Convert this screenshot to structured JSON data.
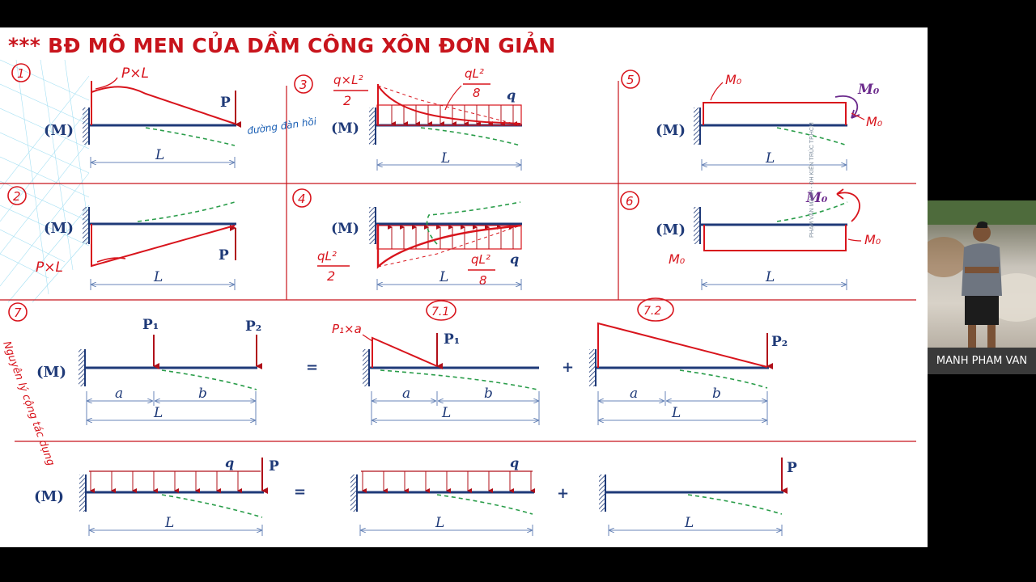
{
  "slide": {
    "title": "*** BĐ MÔ MEN CỦA DẦM CÔNG XÔN ĐƠN GIẢN",
    "watermark": "PHẠM VĂN MẠNH - ĐH KIẾN TRÚC TP.HCM",
    "moment_label": "(M)",
    "equals_sign": "=",
    "plus_sign": "+",
    "cases": [
      {
        "number": "1",
        "load_label": "P",
        "moment_value": "P×L",
        "span": "L",
        "note": "đường đàn hồi"
      },
      {
        "number": "2",
        "load_label": "P",
        "moment_value": "P×L",
        "span": "L"
      },
      {
        "number": "3",
        "load_label": "q",
        "moment_value_top": "q×L²",
        "moment_value_bottom": "2",
        "mid_value_top": "qL²",
        "mid_value_bottom": "8",
        "span": "L"
      },
      {
        "number": "4",
        "load_label": "q",
        "moment_value_top": "qL²",
        "moment_value_bottom": "2",
        "mid_value_top": "qL²",
        "mid_value_bottom": "8",
        "span": "L"
      },
      {
        "number": "5",
        "load_label": "M₀",
        "moment_value": "M₀",
        "end_value": "M₀",
        "span": "L"
      },
      {
        "number": "6",
        "load_label": "M₀",
        "moment_value": "M₀",
        "end_value": "M₀",
        "span": "L"
      },
      {
        "number": "7",
        "note": "Nguyên lý cộng tác dụng",
        "p1": "P₁",
        "p2": "P₂",
        "a": "a",
        "b": "b",
        "span": "L"
      },
      {
        "number": "7.1",
        "p1": "P₁",
        "moment_value": "P₁×a",
        "a": "a",
        "b": "b",
        "span": "L"
      },
      {
        "number": "7.2",
        "p2": "P₂",
        "a": "a",
        "b": "b",
        "span": "L"
      }
    ],
    "bottom_row": {
      "q": "q",
      "p": "P",
      "span": "L"
    }
  },
  "webcam": {
    "name": "MANH PHAM VAN"
  },
  "colors": {
    "beam": "#1f3a78",
    "moment": "#d8141c",
    "deflection": "#2a9d4a",
    "dimension": "#6a86b8",
    "title": "#c8141c"
  }
}
